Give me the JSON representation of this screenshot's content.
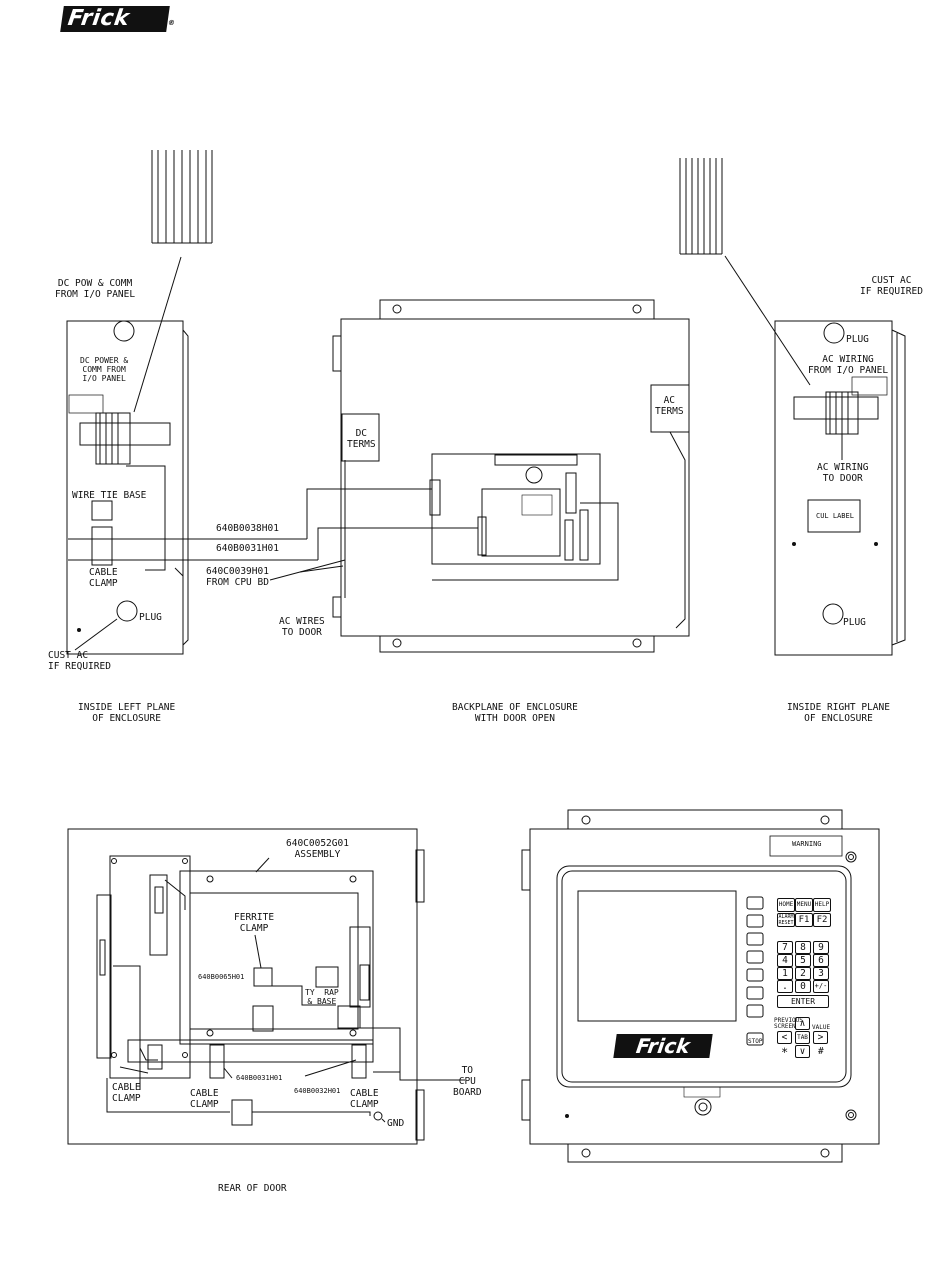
{
  "logo": {
    "text": "Frick",
    "mark": "®"
  },
  "top": {
    "left_plane": {
      "dc_pow_label": "DC POW & COMM\nFROM I/O PANEL",
      "dc_power_inner": "DC POWER &\nCOMM FROM\nI/O PANEL",
      "wire_tie_base": "WIRE TIE BASE",
      "cable_clamp": "CABLE\nCLAMP",
      "plug": "PLUG",
      "cust_ac": "CUST AC\nIF REQUIRED",
      "caption": "INSIDE LEFT PLANE\nOF ENCLOSURE"
    },
    "backplane": {
      "part_1": "640B0038H01",
      "part_2": "640B0031H01",
      "part_3": "640C0039H01\nFROM CPU BD",
      "dc_terms": "DC\nTERMS",
      "ac_terms": "AC\nTERMS",
      "ac_wires": "AC WIRES\nTO DOOR",
      "caption": "BACKPLANE OF ENCLOSURE\nWITH DOOR OPEN"
    },
    "right_plane": {
      "cust_ac": "CUST AC\nIF REQUIRED",
      "plug_top": "PLUG",
      "ac_wiring_from": "AC WIRING\nFROM I/O PANEL",
      "ac_wiring_to": "AC WIRING\nTO DOOR",
      "cul_label": "CUL LABEL",
      "plug_bottom": "PLUG",
      "caption": "INSIDE RIGHT PLANE\nOF ENCLOSURE"
    }
  },
  "bottom": {
    "rear_door": {
      "assembly": "640C0052G01\nASSEMBLY",
      "ferrite": "FERRITE\nCLAMP",
      "part_ferrite": "640B0065H01",
      "ty_rap": "TY  RAP\n& BASE",
      "cable_clamp_1": "CABLE\nCLAMP",
      "cable_clamp_2": "CABLE\nCLAMP",
      "cable_clamp_3": "CABLE\nCLAMP",
      "part_a": "640B0031H01",
      "part_b": "640B0032H01",
      "to_cpu": "TO\nCPU\nBOARD",
      "gnd": "GND",
      "caption": "REAR OF DOOR"
    },
    "front_door": {
      "warning": "WARNING",
      "keys_top": [
        "HOME",
        "MENU",
        "HELP"
      ],
      "keys_f": [
        "ALARM\nRESET",
        "F1",
        "F2"
      ],
      "keypad": [
        "7",
        "8",
        "9",
        "4",
        "5",
        "6",
        "1",
        "2",
        "3",
        ".",
        "0",
        "+/-"
      ],
      "enter": "ENTER",
      "nav_labels": [
        "PREVIOUS\nSCREEN",
        "VALUE"
      ],
      "arrows": [
        "∧",
        "<",
        "TAB",
        ">",
        "∨"
      ],
      "stop": "STOP",
      "star": "∗",
      "hash": "#",
      "logo": "Frick"
    }
  }
}
